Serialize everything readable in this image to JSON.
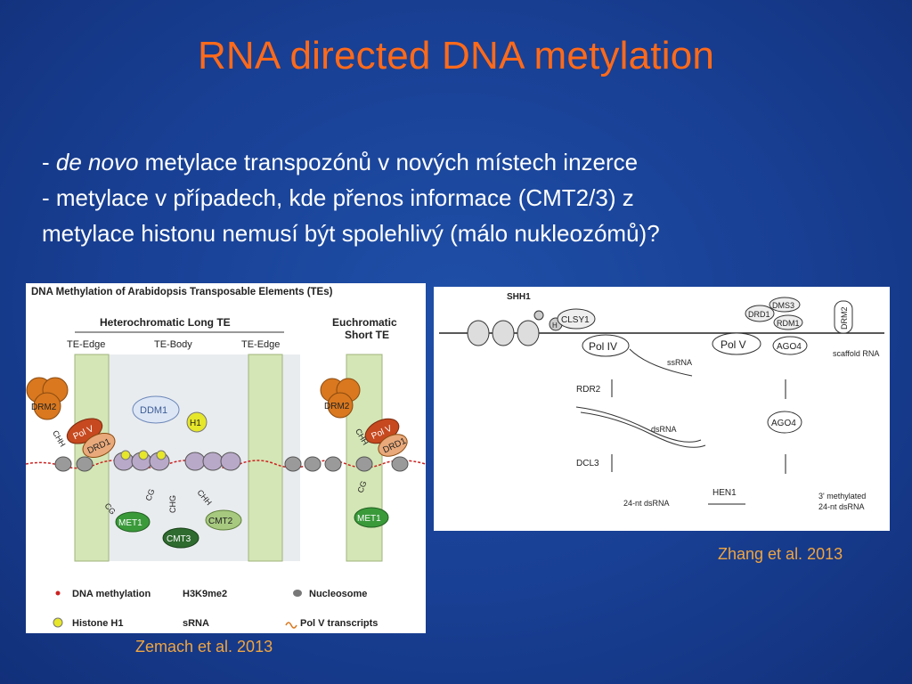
{
  "slide": {
    "title": "RNA directed DNA metylation",
    "bullet1_prefix": "- ",
    "bullet1_italic": "de novo",
    "bullet1_rest": " metylace transpozónů v nových místech inzerce",
    "bullet2_line1": "- metylace v případech, kde přenos informace (CMT2/3) z",
    "bullet2_line2": "metylace histonu nemusí být spolehlivý (málo nukleozómů)?"
  },
  "figure_left": {
    "title": "DNA Methylation of Arabidopsis Transposable Elements (TEs)",
    "het_label": "Heterochromatic Long TE",
    "euc_label_1": "Euchromatic",
    "euc_label_2": "Short TE",
    "te_edge_left": "TE-Edge",
    "te_body": "TE-Body",
    "te_edge_right": "TE-Edge",
    "drm2": "DRM2",
    "pol_v": "Pol V",
    "drd1": "DRD1",
    "ddm1": "DDM1",
    "h1": "H1",
    "met1": "MET1",
    "cmt2": "CMT2",
    "cmt3": "CMT3",
    "chh": "CHH",
    "cg": "CG",
    "chg": "CHG",
    "legend_dna": "DNA methylation",
    "legend_h3k9": "H3K9me2",
    "legend_nuc": "Nucleosome",
    "legend_h1": "Histone H1",
    "legend_srna": "sRNA",
    "legend_polv": "Pol V transcripts",
    "caption": "Zemach et al. 2013"
  },
  "figure_right": {
    "shh1": "SHH1",
    "clsy1": "CLSY1",
    "h": "H",
    "pol_iv": "Pol IV",
    "pol_v": "Pol V",
    "drd1": "DRD1",
    "dms3": "DMS3",
    "rdm1": "RDM1",
    "drm2": "DRM2",
    "ago4": "AGO4",
    "ssrna": "ssRNA",
    "scaffold": "scaffold RNA",
    "rdr2": "RDR2",
    "dsrna": "dsRNA",
    "dcl3": "DCL3",
    "nt24": "24-nt dsRNA",
    "hen1": "HEN1",
    "methylated_1": "3' methylated",
    "methylated_2": "24-nt dsRNA",
    "caption": "Zhang et al. 2013"
  },
  "colors": {
    "title": "#ff6a1a",
    "caption": "#f0a540",
    "te_green": "#d4e6b5",
    "drm2_orange": "#d9781f",
    "met1_green": "#3a9a3a"
  }
}
